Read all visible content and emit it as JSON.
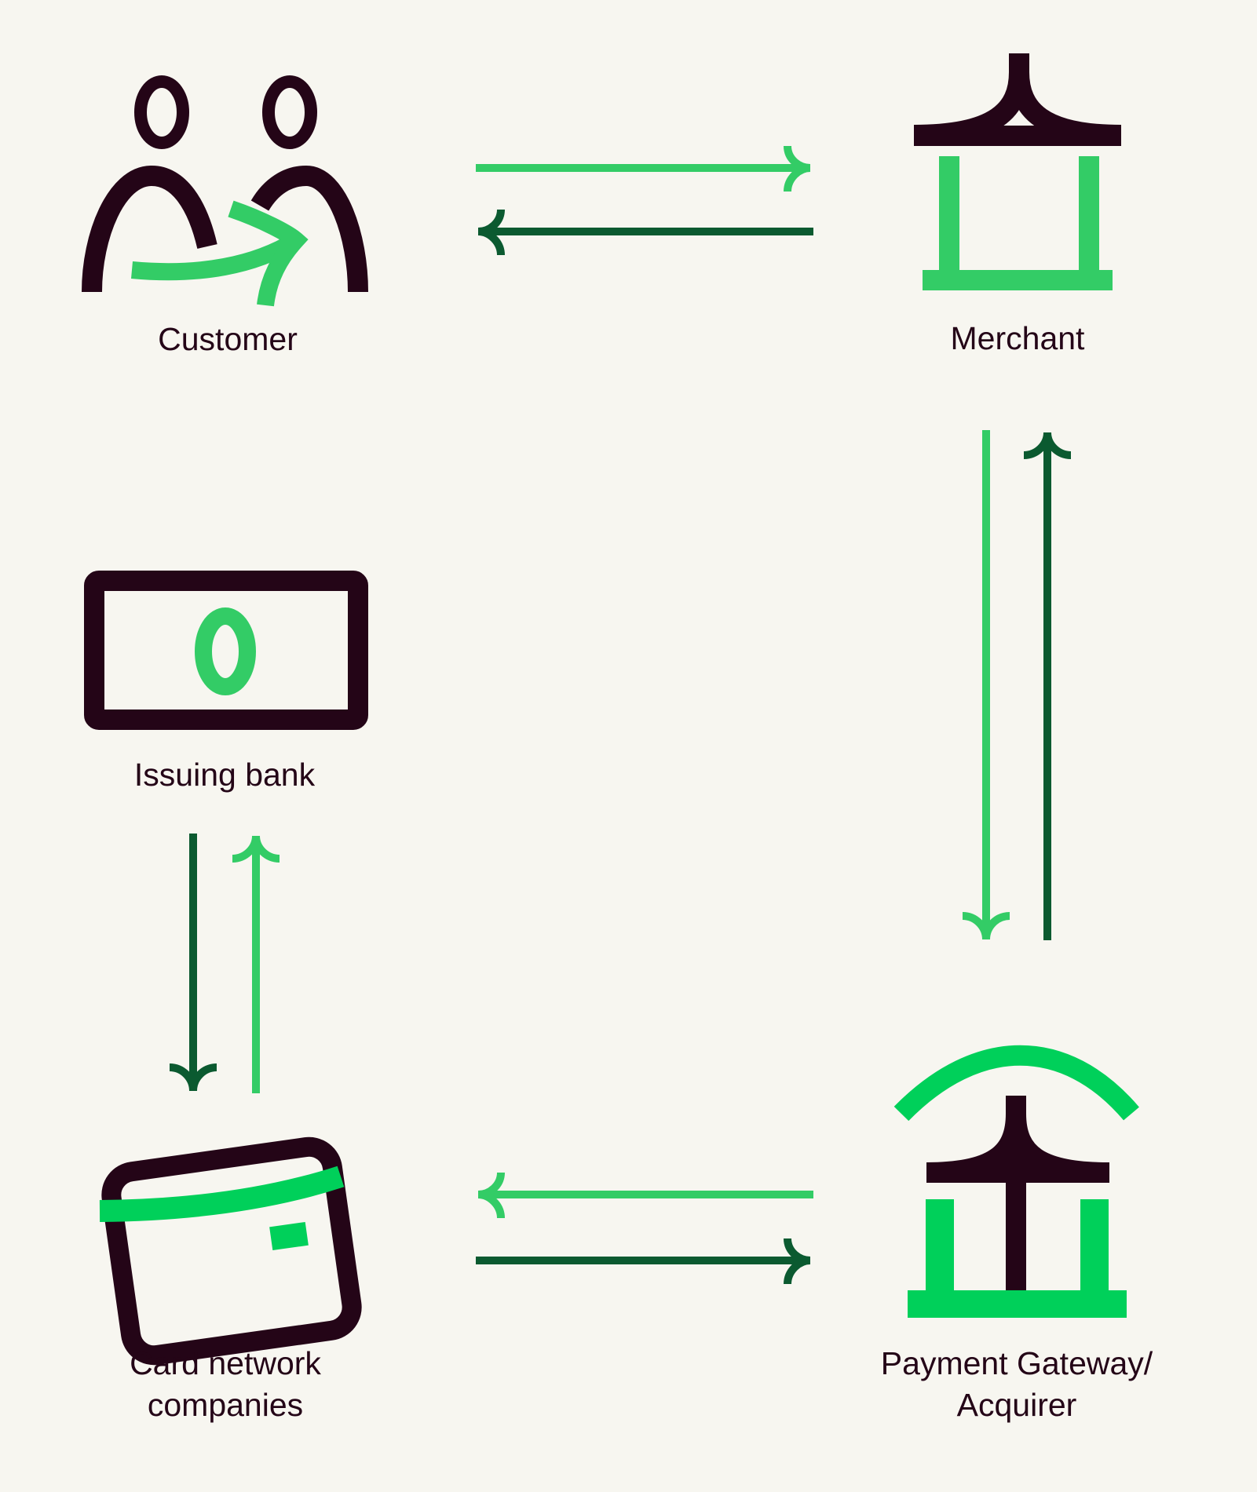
{
  "colors": {
    "background": "#f7f6f0",
    "ink": "#240517",
    "light_green": "#33cc66",
    "bright_green": "#00d05a",
    "dark_green": "#0b5a30"
  },
  "nodes": {
    "customer": {
      "label": "Customer",
      "icon": "two-people-exchange-icon"
    },
    "merchant": {
      "label": "Merchant",
      "icon": "storefront-icon"
    },
    "issuing_bank": {
      "label": "Issuing bank",
      "icon": "banknote-icon"
    },
    "card_network": {
      "line1": "Card network",
      "line2": "companies",
      "icon": "credit-card-icon"
    },
    "gateway": {
      "line1": "Payment Gateway/",
      "line2": "Acquirer",
      "icon": "bank-building-icon"
    }
  },
  "arrows": [
    {
      "from": "customer",
      "to": "merchant",
      "color": "light_green"
    },
    {
      "from": "merchant",
      "to": "customer",
      "color": "dark_green"
    },
    {
      "from": "merchant",
      "to": "gateway",
      "color": "light_green"
    },
    {
      "from": "gateway",
      "to": "merchant",
      "color": "dark_green"
    },
    {
      "from": "gateway",
      "to": "card_network",
      "color": "light_green"
    },
    {
      "from": "card_network",
      "to": "gateway",
      "color": "dark_green"
    },
    {
      "from": "issuing_bank",
      "to": "card_network",
      "color": "dark_green"
    },
    {
      "from": "card_network",
      "to": "issuing_bank",
      "color": "light_green"
    }
  ]
}
